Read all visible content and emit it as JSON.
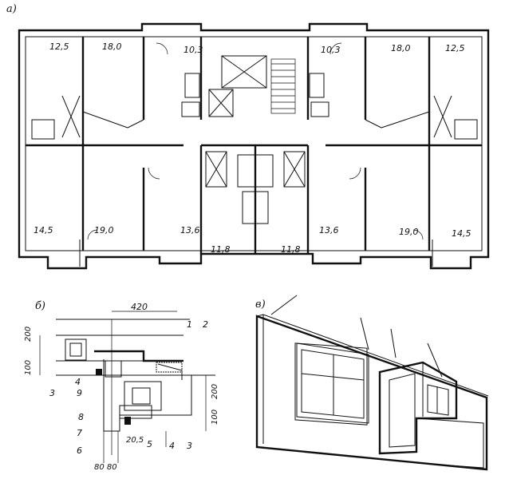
{
  "panel_labels": {
    "a": "а)",
    "b": "б)",
    "c": "в)"
  },
  "rooms_top": [
    "12,5",
    "18,0",
    "10,3",
    "10,3",
    "18,0",
    "12,5"
  ],
  "rooms_bottom": [
    "14,5",
    "19,0",
    "13,6",
    "11,8",
    "11,8",
    "13,6",
    "19,0",
    "14,5"
  ],
  "dimensions": {
    "width_top": "420",
    "left_upper": "200",
    "left_lower": "100",
    "right_upper": "200",
    "right_lower": "100",
    "gap": "20,5",
    "bottom": "80 80"
  },
  "callouts": [
    "1",
    "2",
    "3",
    "4",
    "5",
    "6",
    "7",
    "8",
    "9",
    "4",
    "3"
  ]
}
